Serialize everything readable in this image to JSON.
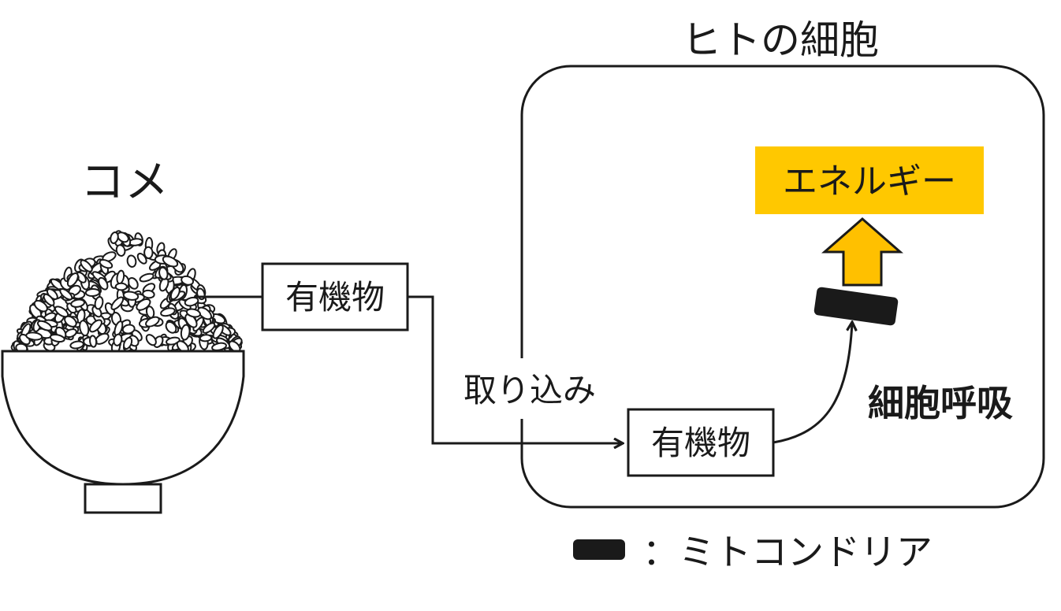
{
  "rice": {
    "label": "コメ"
  },
  "cell": {
    "title": "ヒトの細胞"
  },
  "organic_outside": {
    "label": "有機物"
  },
  "organic_inside": {
    "label": "有機物"
  },
  "uptake": {
    "label": "取り込み"
  },
  "energy": {
    "label": "エネルギー",
    "color": "#FFC800"
  },
  "respiration": {
    "label": "細胞呼吸"
  },
  "legend": {
    "label": "：ミトコンドリア"
  },
  "colors": {
    "stroke": "#1a1a1a",
    "energy_fill": "#FFC800",
    "arrow_fill": "#FFC000"
  }
}
